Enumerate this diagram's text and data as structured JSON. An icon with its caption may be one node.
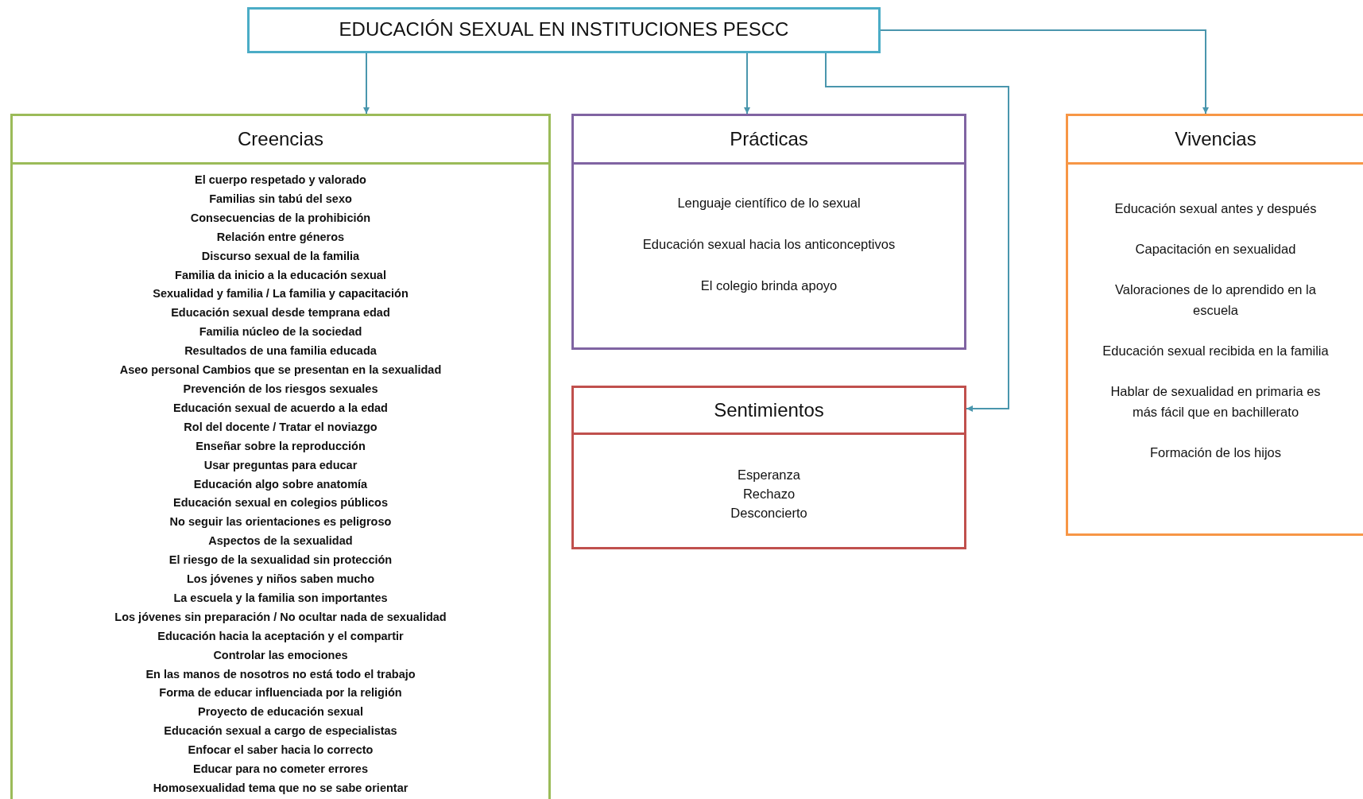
{
  "diagram": {
    "nodes": [
      {
        "text": [
          "EDUCACIÓN SEXUAL EN INSTITUCIONES PESCC"
        ]
      },
      {
        "text": [
          "Creencias",
          "El cuerpo respetado y valorado",
          "Familias sin tabú del sexo",
          "Consecuencias de la prohibición",
          "Relación entre géneros",
          "Discurso sexual de la familia",
          "Familia da inicio a la educación sexual",
          "Sexualidad y familia / La familia y capacitación",
          "Educación sexual desde temprana edad",
          "Familia núcleo de la sociedad",
          "Resultados de una familia educada",
          "Aseo personal Cambios que se presentan en la sexualidad",
          "Prevención de los riesgos sexuales",
          "Educación sexual de acuerdo a la edad",
          "Rol del docente / Tratar el noviazgo",
          "Enseñar sobre la reproducción",
          "Usar preguntas para educar",
          "Educación algo sobre anatomía",
          "Educación sexual en colegios públicos",
          "No seguir las orientaciones es peligroso",
          "Aspectos de la sexualidad",
          "El riesgo de la sexualidad sin protección",
          "Los jóvenes y niños saben mucho",
          "La escuela y la familia son importantes",
          "Los jóvenes sin preparación / No ocultar nada de sexualidad",
          "Educación hacia la aceptación y el compartir",
          "Controlar las emociones",
          "En las manos de nosotros no está todo el trabajo",
          "Forma de educar influenciada por la religión",
          "Proyecto de educación sexual",
          "Educación sexual a cargo de especialistas",
          "Enfocar el saber hacia lo correcto",
          "Educar para no cometer errores",
          "Homosexualidad tema que no se sabe orientar"
        ]
      },
      {
        "text": [
          "Prácticas",
          "Lenguaje científico de lo sexual",
          "Educación sexual hacia los anticonceptivos",
          "El colegio brinda apoyo"
        ]
      },
      {
        "text": [
          "Sentimientos",
          "Esperanza",
          "Rechazo",
          "Desconcierto"
        ]
      },
      {
        "text": [
          "Vivencias",
          "Educación sexual antes y después",
          "Capacitación en sexualidad",
          "Valoraciones de lo aprendido en la escuela",
          "Educación sexual recibida en la familia",
          "Hablar de sexualidad en primaria es más fácil que en bachillerato",
          "Formación de los hijos"
        ]
      }
    ],
    "edges": [
      {
        "from": 0,
        "to": 1,
        "arrow": "to"
      },
      {
        "from": 0,
        "to": 2,
        "arrow": "to"
      },
      {
        "from": 0,
        "to": 3,
        "arrow": "to"
      },
      {
        "from": 0,
        "to": 4,
        "arrow": "to"
      }
    ]
  }
}
